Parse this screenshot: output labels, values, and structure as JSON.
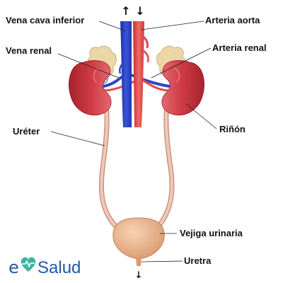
{
  "labels": {
    "vena_cava": "Vena cava inferior",
    "arteria_aorta": "Arteria aorta",
    "vena_renal": "Vena renal",
    "arteria_renal": "Arteria renal",
    "ureter": "Uréter",
    "rinon": "Riñón",
    "vejiga": "Vejiga urinaria",
    "uretra": "Uretra"
  },
  "flow_arrows": {
    "up": "↑",
    "down": "↓"
  },
  "logo": {
    "prefix": "e",
    "suffix": "Salud",
    "icon": "heart-pulse-icon"
  },
  "colors": {
    "kidney": "#c8343f",
    "vein": "#2f45c9",
    "artery": "#e04a4a",
    "adrenal": "#ecd6a6",
    "ureter": "#e8b9a9",
    "bladder": "#e9b38a",
    "logo_blue": "#1f5aa8",
    "logo_green": "#3fb4a0"
  }
}
